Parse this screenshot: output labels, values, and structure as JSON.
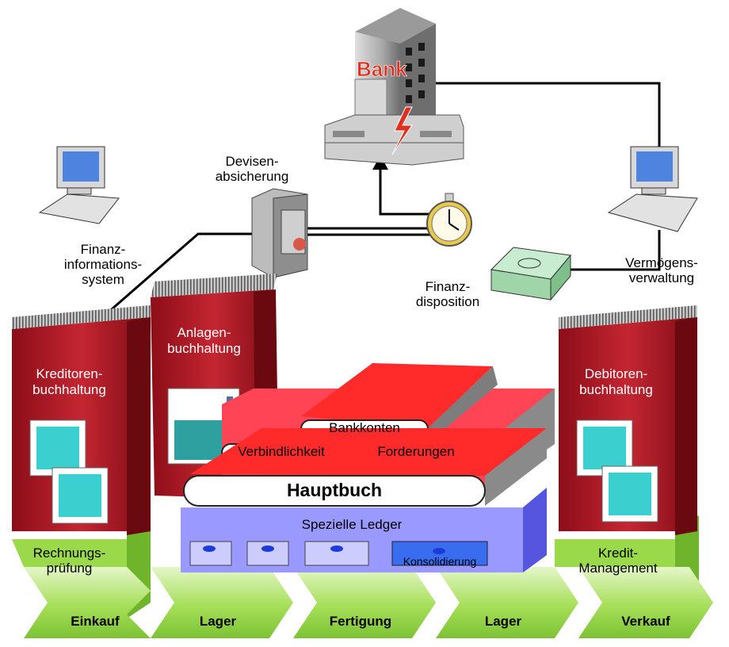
{
  "bank": {
    "sign": "Bank"
  },
  "labels": {
    "devisen": [
      "Devisen-",
      "absicherung"
    ],
    "finanzinfo": [
      "Finanz-",
      "informations-",
      "system"
    ],
    "finanzdisp": [
      "Finanz-",
      "disposition"
    ],
    "vermoegen": [
      "Vermögens-",
      "verwaltung"
    ],
    "rechnung": [
      "Rechnungs-",
      "prüfung"
    ],
    "kredit": [
      "Kredit-",
      "Management"
    ]
  },
  "binders": {
    "kreditoren": [
      "Kreditoren-",
      "buchhaltung"
    ],
    "anlagen": [
      "Anlagen-",
      "buchhaltung"
    ],
    "debitoren": [
      "Debitoren-",
      "buchhaltung"
    ]
  },
  "books": {
    "bankkonten": "Bankkonten",
    "verbindlichkeit": "Verbindlichkeit",
    "forderungen": "Forderungen",
    "hauptbuch": "Hauptbuch"
  },
  "ledger": {
    "title": "Spezielle Ledger",
    "konsolidierung": "Konsolidierung"
  },
  "process": [
    "Einkauf",
    "Lager",
    "Fertigung",
    "Lager",
    "Verkauf"
  ],
  "colors": {
    "binder": "#b3202a",
    "book_red": "#ff2a2a",
    "ledger_blue": "#9999ff",
    "arrow_green": "#9ad94a",
    "bank_red": "#e0301e"
  }
}
